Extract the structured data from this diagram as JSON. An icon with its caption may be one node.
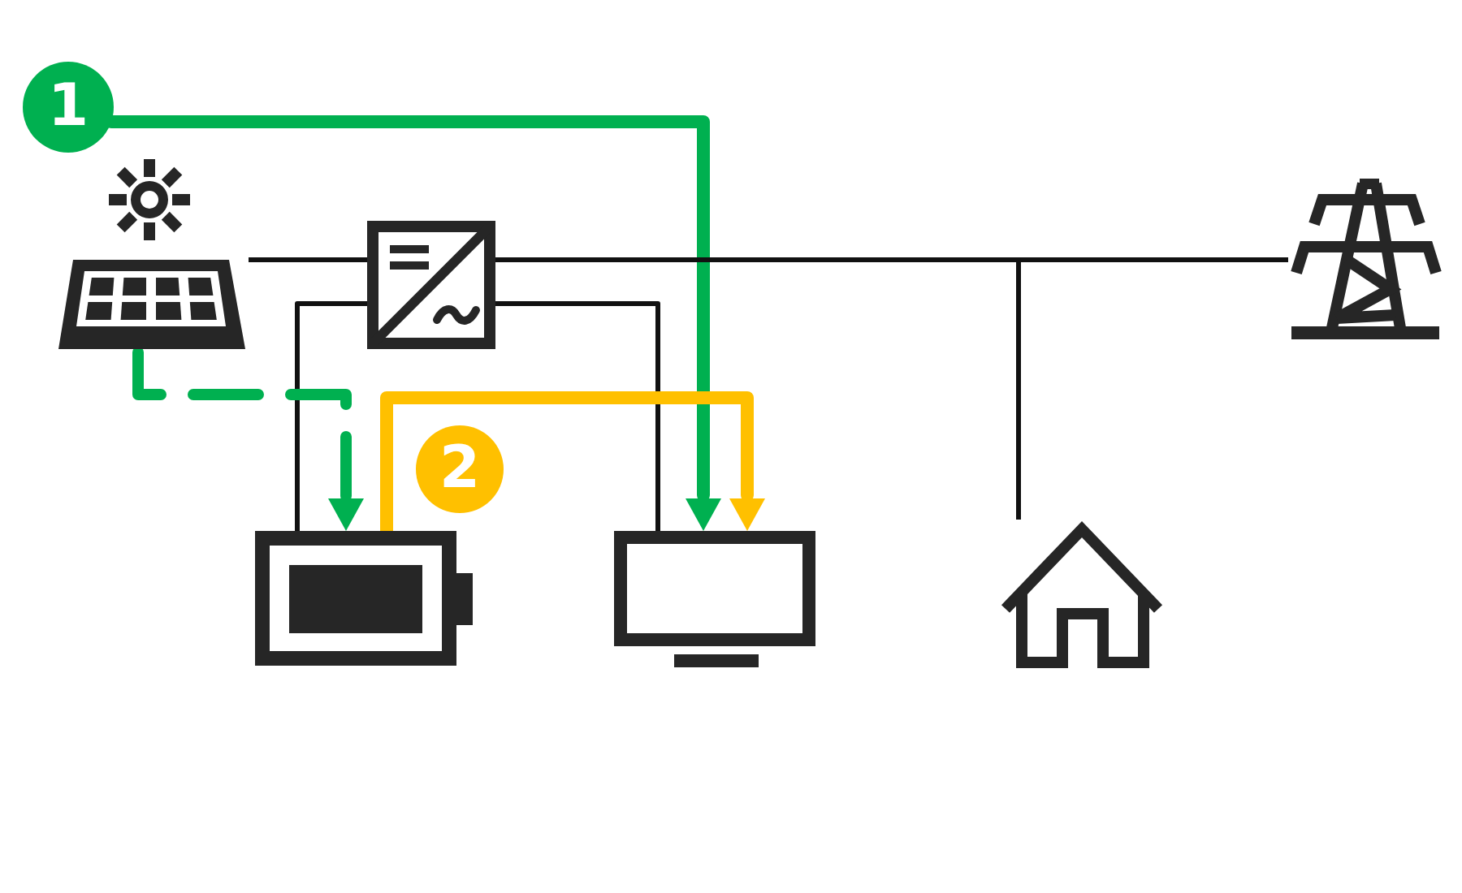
{
  "diagram": {
    "nodes": [
      {
        "text": [
          "1"
        ]
      },
      {
        "text": [],
        "shape": "picture"
      },
      {
        "text": [],
        "shape": "picture"
      },
      {
        "text": [],
        "shape": "picture"
      },
      {
        "text": [],
        "shape": "picture"
      },
      {
        "text": [
          "2"
        ]
      },
      {
        "text": [],
        "shape": "box"
      },
      {
        "text": [],
        "shape": "picture"
      }
    ],
    "edges": [
      {
        "from": 0,
        "to": 6,
        "arrow": "to",
        "style": "thick",
        "color": "#00b050"
      },
      {
        "from": 1,
        "to": 2,
        "arrow": "none"
      },
      {
        "from": 2,
        "to": 3,
        "arrow": "none"
      },
      {
        "from": 2,
        "to": 7,
        "arrow": "none"
      },
      {
        "from": 2,
        "to": 4,
        "arrow": "none"
      },
      {
        "from": 2,
        "to": 6,
        "arrow": "none"
      },
      {
        "from": 1,
        "to": 4,
        "arrow": "to",
        "style": "dashed",
        "color": "#00b050"
      },
      {
        "from": 4,
        "to": 6,
        "arrow": "to",
        "style": "thick",
        "color": "#ffc000"
      }
    ]
  }
}
